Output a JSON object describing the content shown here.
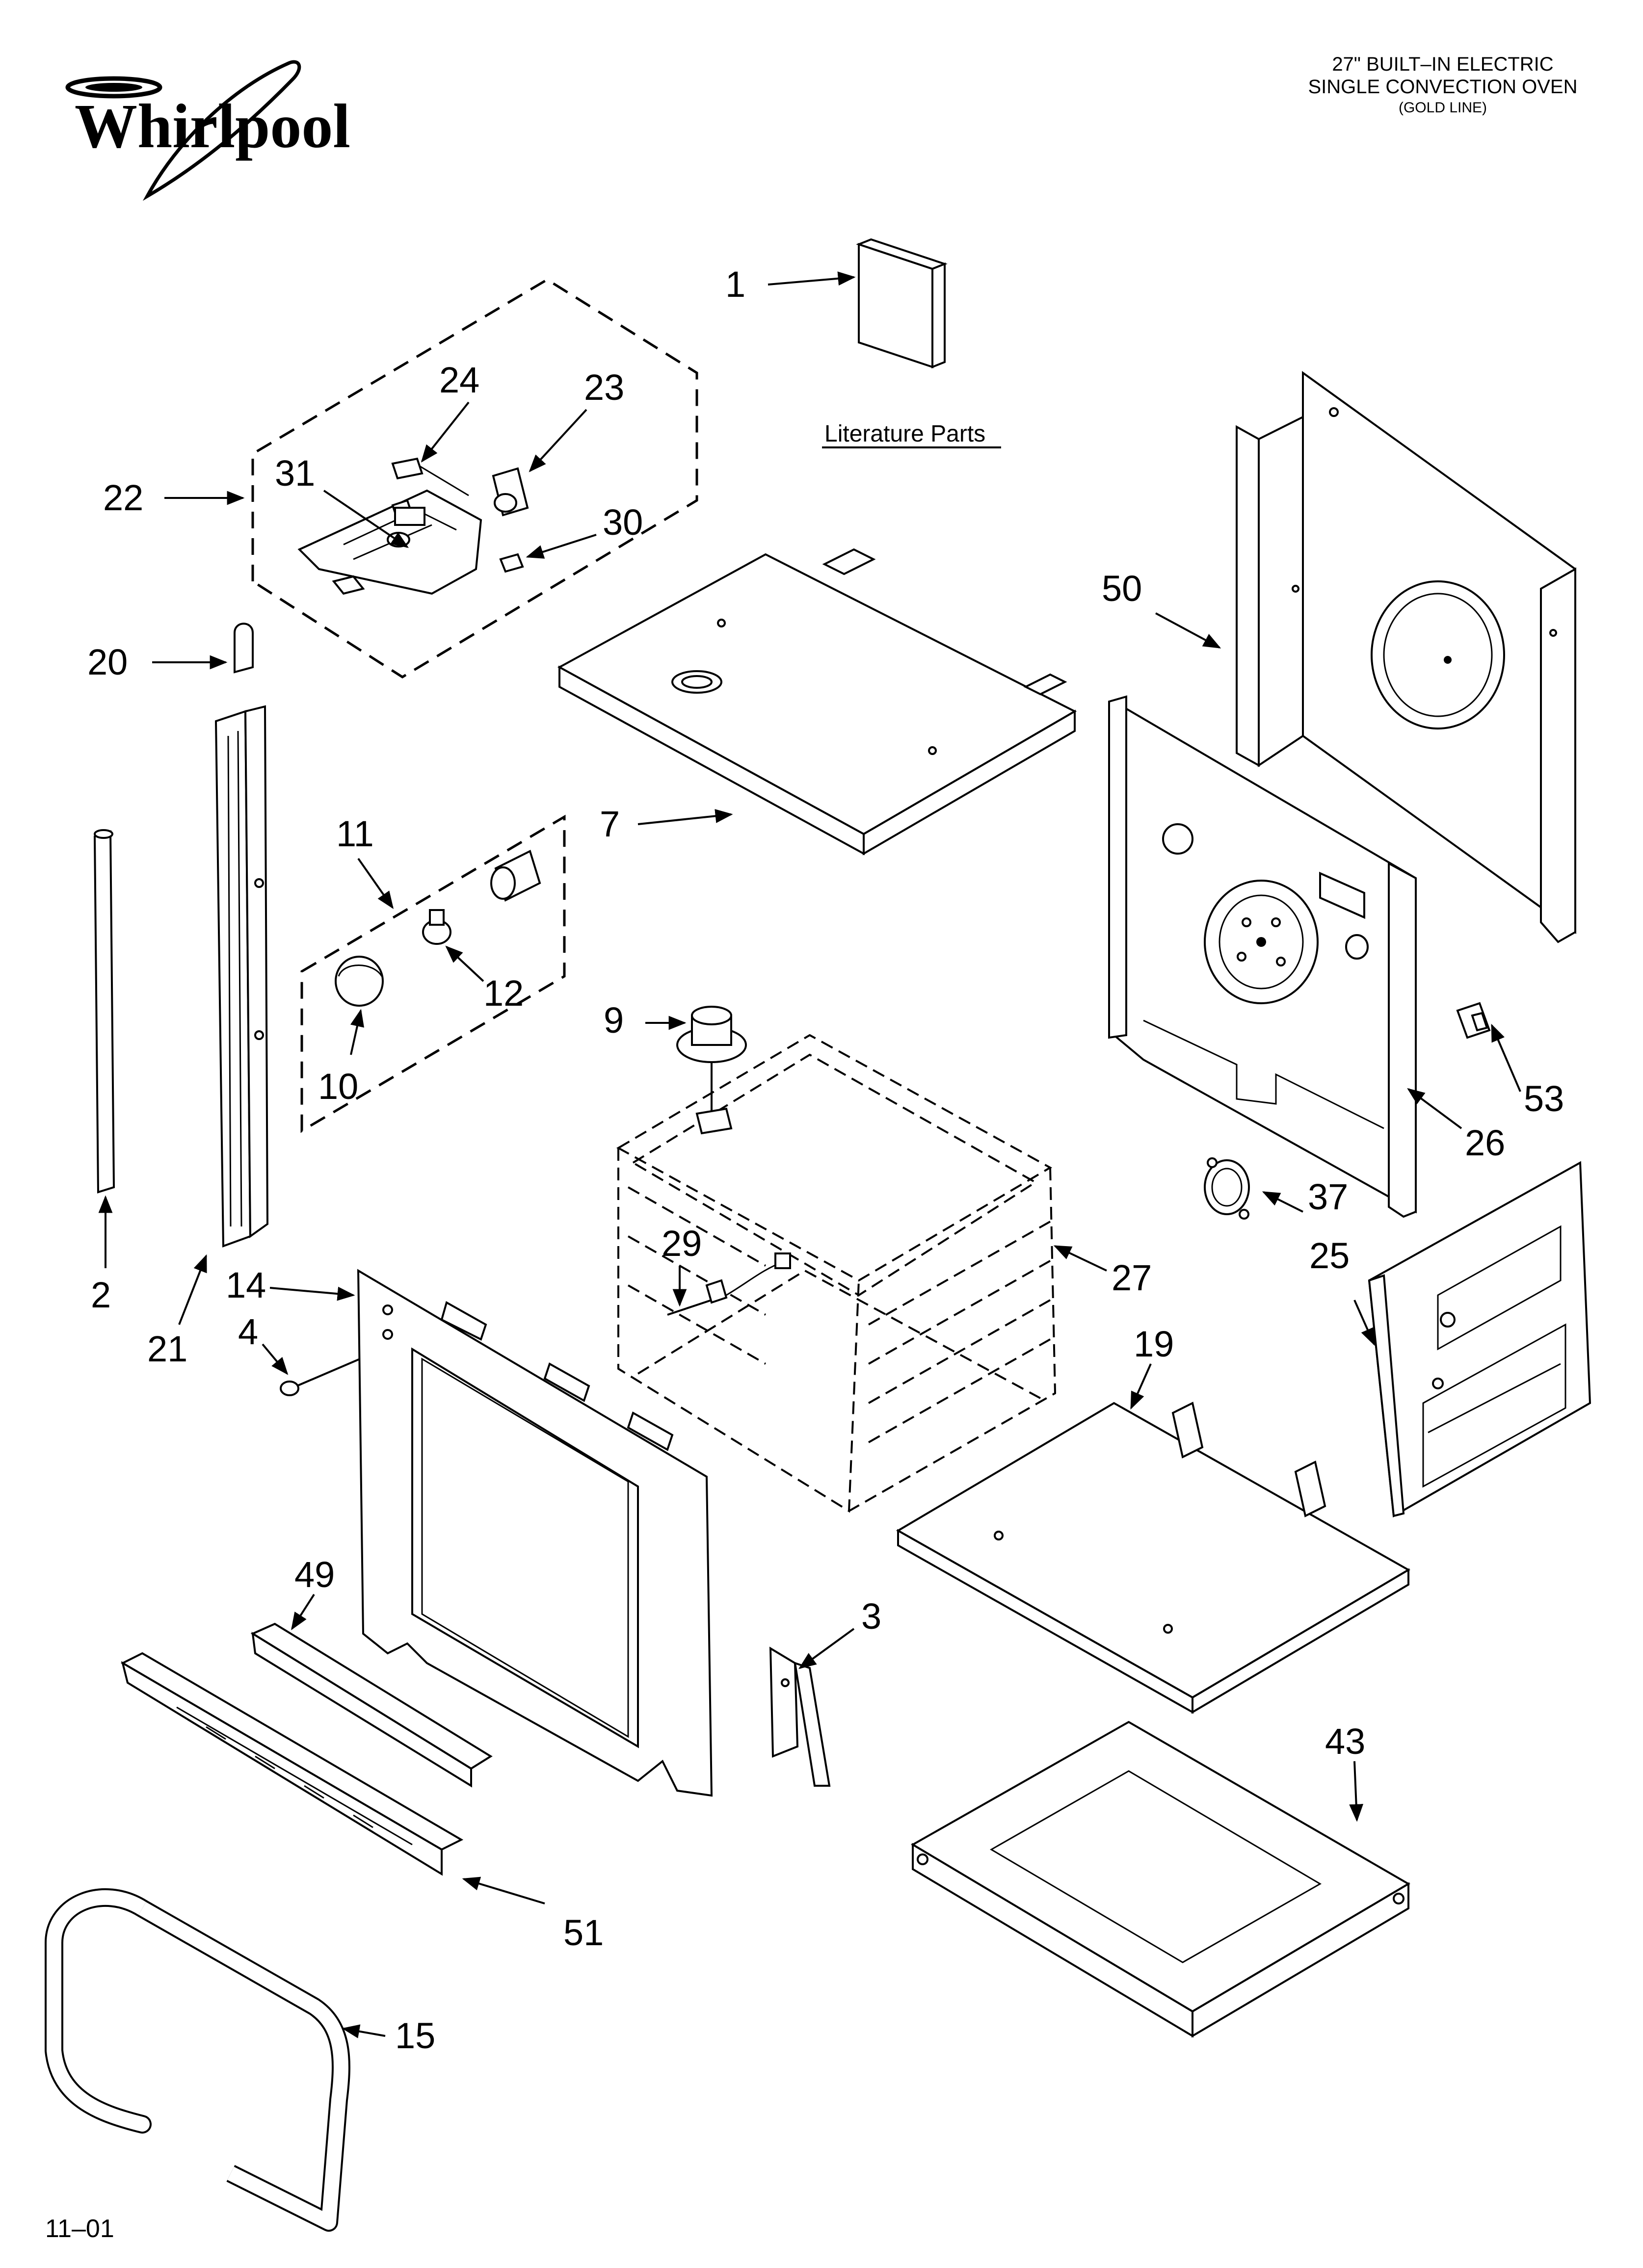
{
  "brand": {
    "logo_text": "Whirlpool"
  },
  "header": {
    "title_line1": "27\" BUILT–IN ELECTRIC",
    "title_line2": "SINGLE CONVECTION OVEN",
    "title_line3": "(GOLD LINE)"
  },
  "footer": {
    "date_code": "11–01"
  },
  "literature": {
    "label": "Literature Parts"
  },
  "callouts": {
    "c1": "1",
    "c2": "2",
    "c3": "3",
    "c4": "4",
    "c7": "7",
    "c9": "9",
    "c10": "10",
    "c11": "11",
    "c12": "12",
    "c14": "14",
    "c15": "15",
    "c19": "19",
    "c20": "20",
    "c21": "21",
    "c22": "22",
    "c23": "23",
    "c24": "24",
    "c25": "25",
    "c26": "26",
    "c27": "27",
    "c29": "29",
    "c30": "30",
    "c31": "31",
    "c37": "37",
    "c43": "43",
    "c49": "49",
    "c50": "50",
    "c51": "51",
    "c53": "53"
  }
}
